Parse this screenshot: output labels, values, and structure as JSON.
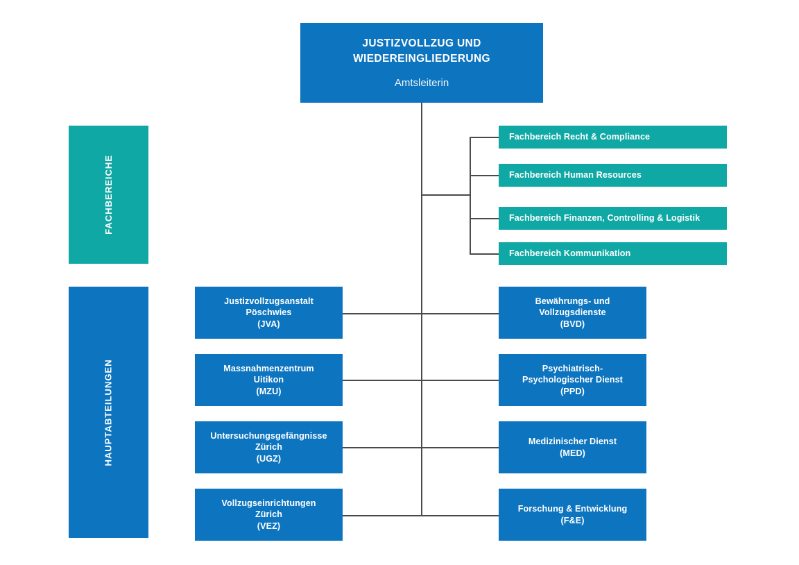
{
  "colors": {
    "blue": "#0d74bf",
    "teal": "#0fa8a5",
    "line": "#4a4a4a",
    "background": "#ffffff",
    "text": "#ffffff"
  },
  "root": {
    "title": "JUSTIZVOLLZUG UND WIEDEREINGLIEDERUNG",
    "subtitle": "Amtsleiterin"
  },
  "bands": {
    "fachbereiche": "FACHBEREICHE",
    "hauptabteilungen": "HAUPTABTEILUNGEN"
  },
  "fachbereiche": [
    {
      "label": "Fachbereich Recht & Compliance"
    },
    {
      "label": "Fachbereich Human Resources"
    },
    {
      "label": "Fachbereich Finanzen, Controlling & Logistik"
    },
    {
      "label": "Fachbereich Kommunikation"
    }
  ],
  "hauptabteilungen_left": [
    {
      "line1": "Justizvollzugsanstalt",
      "line2": "Pöschwies",
      "line3": "(JVA)"
    },
    {
      "line1": "Massnahmenzentrum",
      "line2": "Uitikon",
      "line3": "(MZU)"
    },
    {
      "line1": "Untersuchungsgefängnisse",
      "line2": "Zürich",
      "line3": "(UGZ)"
    },
    {
      "line1": "Vollzugseinrichtungen",
      "line2": "Zürich",
      "line3": "(VEZ)"
    }
  ],
  "hauptabteilungen_right": [
    {
      "line1": "Bewährungs- und",
      "line2": "Vollzugsdienste",
      "line3": "(BVD)"
    },
    {
      "line1": "Psychiatrisch-",
      "line2": "Psychologischer Dienst",
      "line3": "(PPD)"
    },
    {
      "line1": "Medizinischer Dienst",
      "line2": "(MED)",
      "line3": ""
    },
    {
      "line1": "Forschung & Entwicklung",
      "line2": "(F&E)",
      "line3": ""
    }
  ]
}
